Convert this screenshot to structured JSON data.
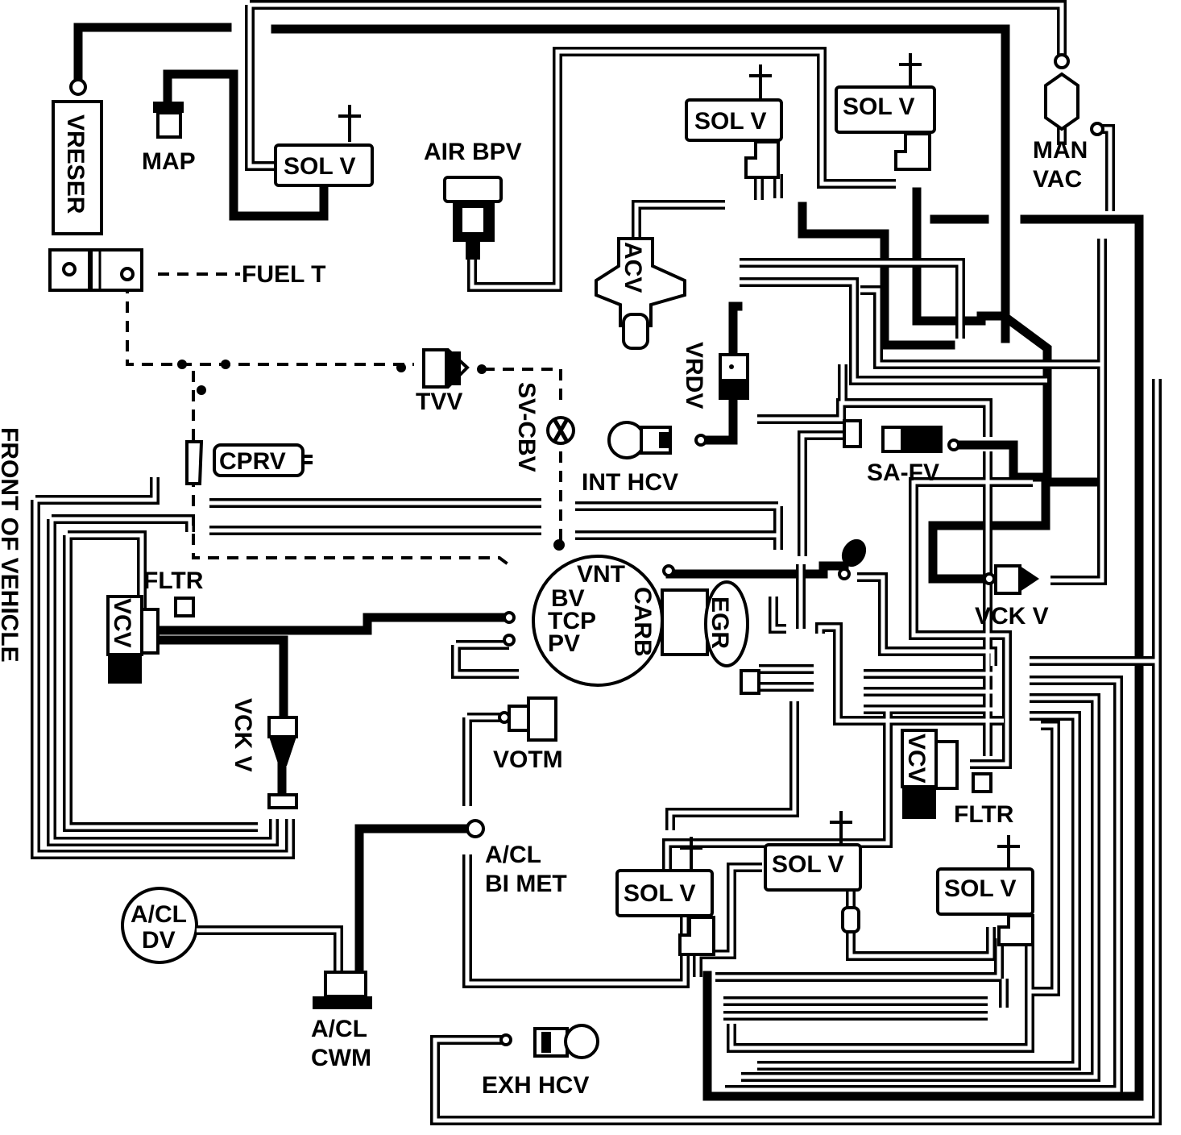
{
  "diagram": {
    "components": {
      "vreser": "VRESER",
      "map": "MAP",
      "sol_v_top_left": "SOL V",
      "air_bpv": "AIR  BPV",
      "sol_v_top_mid": "SOL V",
      "sol_v_top_right": "SOL V",
      "man_vac_1": "MAN",
      "man_vac_2": "VAC",
      "fuel_t": "FUEL T",
      "acv": "ACV",
      "vrdv": "VRDV",
      "tvv": "TVV",
      "sv_cbv": "SV-CBV",
      "cprv": "CPRV",
      "int_hcv": "INT HCV",
      "sa_fv": "SA-FV",
      "front_of_vehicle": "FRONT OF VEHICLE",
      "fltr_left": "FLTR",
      "vcv_left": "VCV",
      "vnt": "VNT",
      "bv": "BV",
      "tcp": "TCP",
      "pv": "PV",
      "carb": "CARB",
      "egr": "EGR",
      "vck_v_right": "VCK V",
      "vck_v_left": "VCK V",
      "votm": "VOTM",
      "vcv_right": "VCV",
      "fltr_right": "FLTR",
      "acl_bimet_1": "A/CL",
      "acl_bimet_2": "BI MET",
      "acl_dv_1": "A/CL",
      "acl_dv_2": "DV",
      "sol_v_bottom_left": "SOL V",
      "sol_v_bottom_mid": "SOL V",
      "sol_v_bottom_right": "SOL V",
      "acl_cwm_1": "A/CL",
      "acl_cwm_2": "CWM",
      "exh_hcv": "EXH HCV"
    }
  }
}
